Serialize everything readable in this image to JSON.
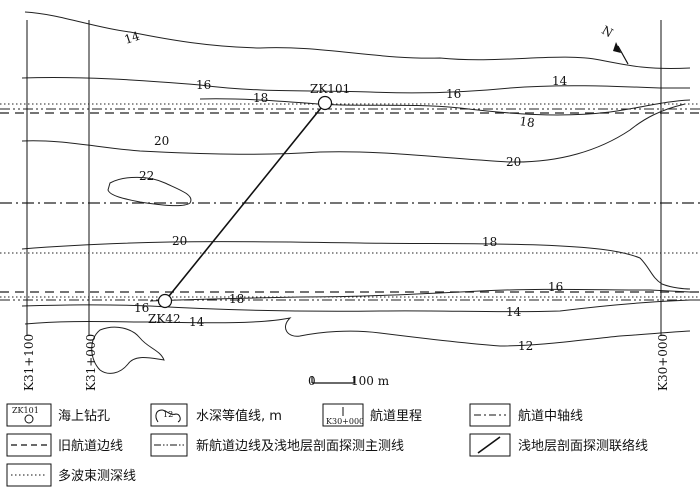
{
  "map": {
    "north_label": "N",
    "boreholes": [
      {
        "id": "ZK101"
      },
      {
        "id": "ZK42"
      }
    ],
    "chainages": [
      "K31+100",
      "K31+000",
      "K30+000"
    ],
    "contour_labels": [
      "14",
      "16",
      "18",
      "16",
      "14",
      "18",
      "20",
      "22",
      "20",
      "20",
      "18",
      "18",
      "16",
      "16",
      "14",
      "14",
      "12"
    ],
    "scale_bar": {
      "start": "0",
      "end": "100 m"
    }
  },
  "legend": {
    "borehole_icon_text": "ZK101",
    "borehole": "海上钻孔",
    "contour_icon_text": "12",
    "contour": "水深等值线, m",
    "chainage_icon_text": "K30+000",
    "chainage": "航道里程",
    "centerline": "航道中轴线",
    "old_boundary": "旧航道边线",
    "new_boundary": "新航道边线及浅地层剖面探测主测线",
    "tie_line": "浅地层剖面探测联络线",
    "multibeam": "多波束测深线"
  }
}
